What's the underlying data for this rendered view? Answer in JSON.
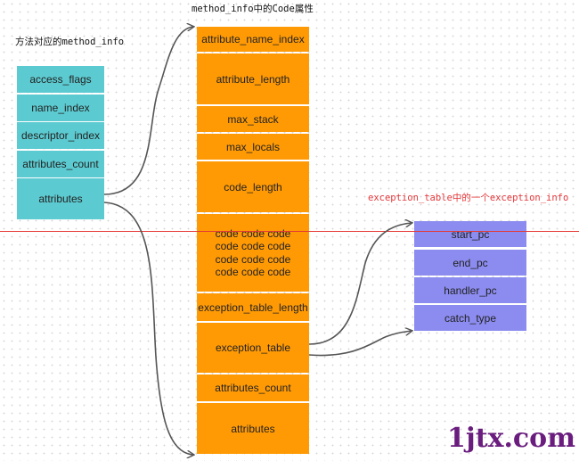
{
  "labels": {
    "method_info_caption": "方法对应的method_info",
    "code_attr_caption": "method_info中的Code属性",
    "exception_info_caption": "exception_table中的一个exception_info"
  },
  "method_info": [
    "access_flags",
    "name_index",
    "descriptor_index",
    "attributes_count",
    "attributes"
  ],
  "code_attribute": [
    "attribute_name_index",
    "attribute_length",
    "max_stack",
    "max_locals",
    "code_length",
    [
      "code code code",
      "code code code",
      "code code code",
      "code code code"
    ],
    "exception_table_length",
    "exception_table",
    "attributes_count",
    "attributes"
  ],
  "exception_info": [
    "start_pc",
    "end_pc",
    "handler_pc",
    "catch_type"
  ],
  "watermark": "1jtx.com",
  "colors": {
    "method_info": "#5ccbd1",
    "code_attribute": "#ff9a05",
    "exception_info": "#8c8cf0",
    "divider": "#e53935",
    "caption_red": "#e5383b"
  }
}
